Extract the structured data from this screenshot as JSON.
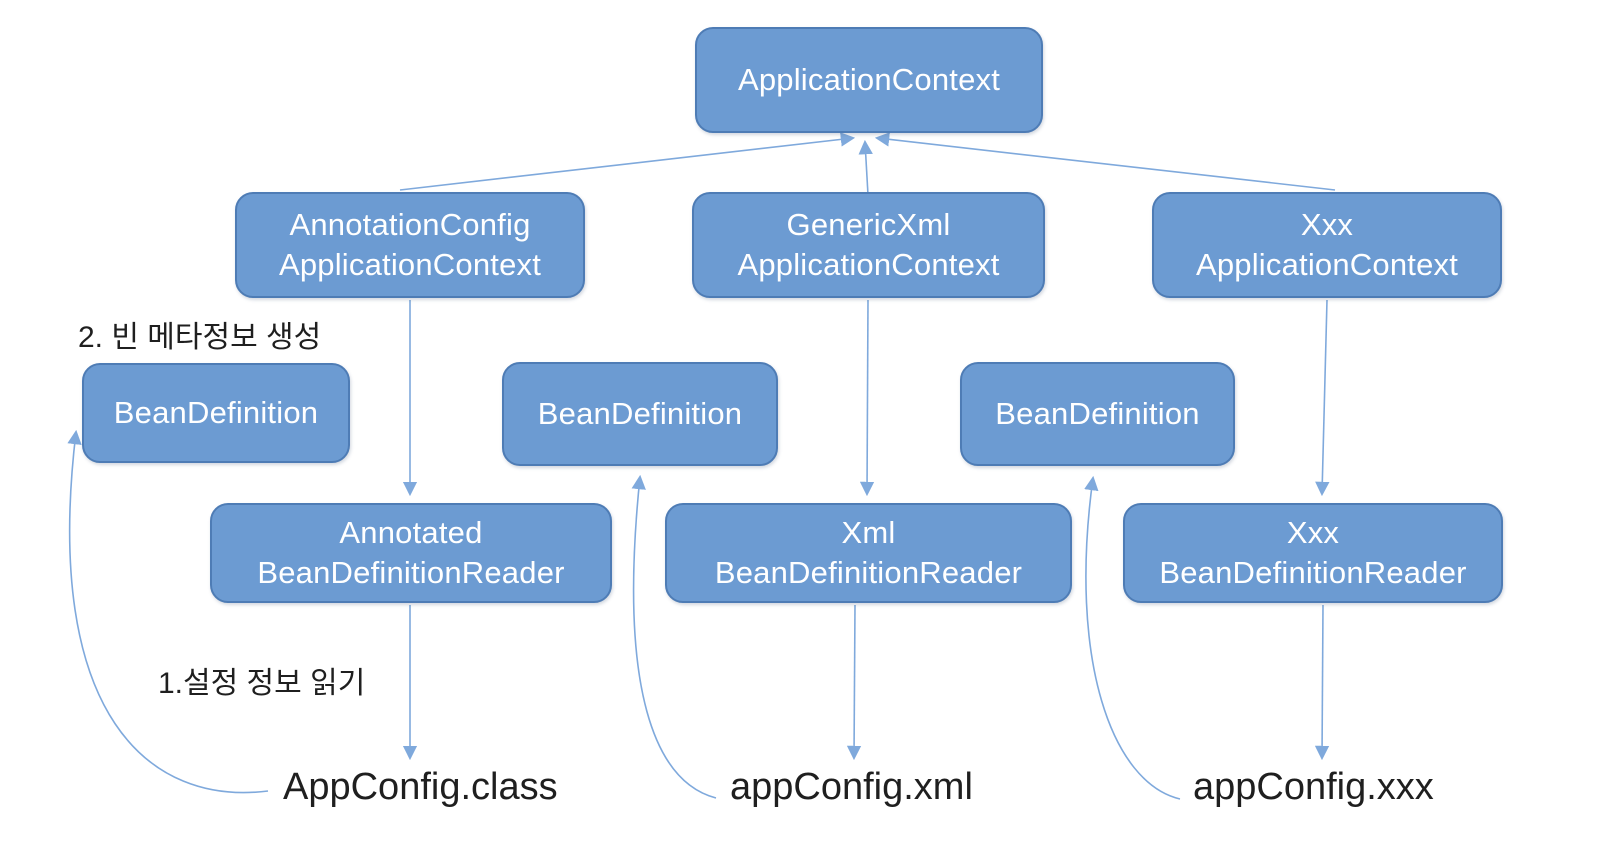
{
  "colors": {
    "box_fill": "#6C9BD2",
    "box_border": "#4E7CB5",
    "arrow": "#7FA9DC",
    "box_text": "#FFFFFF",
    "label_text": "#1F1F1F"
  },
  "boxes": {
    "application_context": {
      "line1": "ApplicationContext"
    },
    "annotation_config": {
      "line1": "AnnotationConfig",
      "line2": "ApplicationContext"
    },
    "generic_xml": {
      "line1": "GenericXml",
      "line2": "ApplicationContext"
    },
    "xxx_context": {
      "line1": "Xxx",
      "line2": "ApplicationContext"
    },
    "bean_definition_left": {
      "line1": "BeanDefinition"
    },
    "bean_definition_middle": {
      "line1": "BeanDefinition"
    },
    "bean_definition_right": {
      "line1": "BeanDefinition"
    },
    "annotated_reader": {
      "line1": "Annotated",
      "line2": "BeanDefinitionReader"
    },
    "xml_reader": {
      "line1": "Xml",
      "line2": "BeanDefinitionReader"
    },
    "xxx_reader": {
      "line1": "Xxx",
      "line2": "BeanDefinitionReader"
    }
  },
  "annotations": {
    "step2_label": "2. 빈 메타정보 생성",
    "step1_label": "1.설정 정보 읽기"
  },
  "files": {
    "annotated_source": "AppConfig.class",
    "xml_source": "appConfig.xml",
    "xxx_source": "appConfig.xxx"
  }
}
